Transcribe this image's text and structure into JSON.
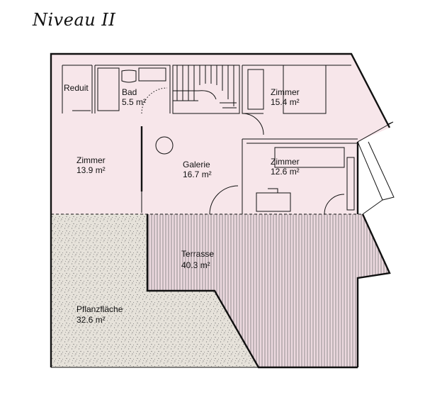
{
  "plan_title": "Niveau II",
  "colors": {
    "room_fill": "#f7e6ea",
    "terrace_fill": "#ecd9df",
    "planter_fill": "#e6e2da",
    "wall": "#111111"
  },
  "rooms": [
    {
      "id": "reduit",
      "name": "Reduit",
      "area": ""
    },
    {
      "id": "bad",
      "name": "Bad",
      "area": "5.5 m²"
    },
    {
      "id": "zimmer1",
      "name": "Zimmer",
      "area": "15.4 m²"
    },
    {
      "id": "zimmer2",
      "name": "Zimmer",
      "area": "13.9 m²"
    },
    {
      "id": "galerie",
      "name": "Galerie",
      "area": "16.7 m²"
    },
    {
      "id": "zimmer3",
      "name": "Zimmer",
      "area": "12.6 m²"
    },
    {
      "id": "terrasse",
      "name": "Terrasse",
      "area": "40.3 m²"
    },
    {
      "id": "pflanz",
      "name": "Pflanzfläche",
      "area": "32.6 m²"
    }
  ]
}
